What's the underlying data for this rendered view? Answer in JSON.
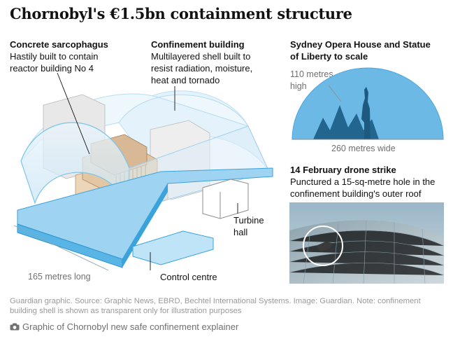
{
  "title": "Chornobyl's €1.5bn containment structure",
  "sarcophagus": {
    "heading": "Concrete sarcophagus",
    "line1": "Hastily built to contain",
    "line2": "reactor building No 4"
  },
  "confinement": {
    "heading": "Confinement building",
    "line1": "Multilayered shell built to",
    "line2": "resist radiation, moisture,",
    "line3": "heat and tornado"
  },
  "scale": {
    "heading_line1": "Sydney Opera House and Statue",
    "heading_line2": "of Liberty to scale",
    "height_line1": "110 metres",
    "height_line2": "high",
    "width": "260 metres wide"
  },
  "drone": {
    "heading": "14 February drone strike",
    "line1": "Punctured a 15-sq-metre hole in the",
    "line2": "confinement building's outer roof"
  },
  "labels": {
    "turbine_line1": "Turbine",
    "turbine_line2": "hall",
    "control": "Control centre",
    "length": "165 metres long"
  },
  "footer": {
    "line1": "Guardian graphic. Source: Graphic News, EBRD, Bechtel International Systems. Image: Guardian. Note: confinement",
    "line2": "building shell is shown as transparent only for illustration purposes"
  },
  "caption": "Graphic of Chornobyl new safe confinement explainer",
  "icons": {
    "caption_icon": "camera-icon"
  },
  "colors": {
    "accent_blue": "#3aa3dc",
    "light_blue": "#d4ecf8",
    "sarcophagus_tan": "#e3c7a4",
    "text": "#121212",
    "secondary_text": "#707070"
  }
}
